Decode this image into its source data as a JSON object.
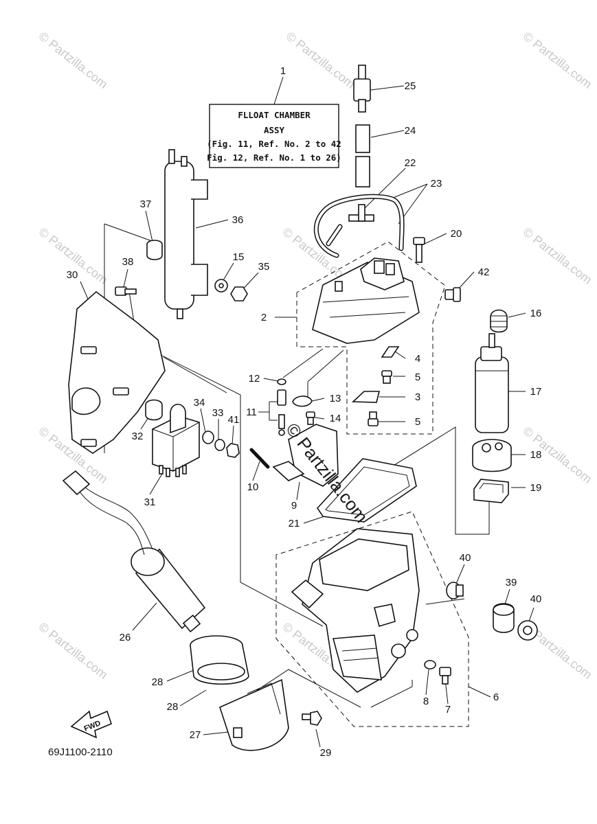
{
  "note": {
    "lines": [
      "FLLOAT CHAMBER",
      "ASSY",
      "(Fig. 11, Ref. No. 2 to 42",
      "Fig. 12, Ref. No. 1 to 26)"
    ]
  },
  "diagram_code": "69J1100-2110",
  "fwd_label": "FWD",
  "watermark": {
    "small": "© Partzilla.com",
    "center": "© Partzilla.com"
  },
  "callouts": [
    {
      "label": "1"
    },
    {
      "label": "2"
    },
    {
      "label": "3"
    },
    {
      "label": "4"
    },
    {
      "label": "5"
    },
    {
      "label": "5"
    },
    {
      "label": "6"
    },
    {
      "label": "7"
    },
    {
      "label": "8"
    },
    {
      "label": "9"
    },
    {
      "label": "10"
    },
    {
      "label": "11"
    },
    {
      "label": "12"
    },
    {
      "label": "13"
    },
    {
      "label": "14"
    },
    {
      "label": "15"
    },
    {
      "label": "16"
    },
    {
      "label": "17"
    },
    {
      "label": "18"
    },
    {
      "label": "19"
    },
    {
      "label": "20"
    },
    {
      "label": "21"
    },
    {
      "label": "22"
    },
    {
      "label": "23"
    },
    {
      "label": "24"
    },
    {
      "label": "25"
    },
    {
      "label": "26"
    },
    {
      "label": "27"
    },
    {
      "label": "28"
    },
    {
      "label": "28"
    },
    {
      "label": "29"
    },
    {
      "label": "30"
    },
    {
      "label": "31"
    },
    {
      "label": "32"
    },
    {
      "label": "33"
    },
    {
      "label": "34"
    },
    {
      "label": "35"
    },
    {
      "label": "36"
    },
    {
      "label": "37"
    },
    {
      "label": "38"
    },
    {
      "label": "39"
    },
    {
      "label": "40"
    },
    {
      "label": "40"
    },
    {
      "label": "41"
    },
    {
      "label": "42"
    }
  ]
}
